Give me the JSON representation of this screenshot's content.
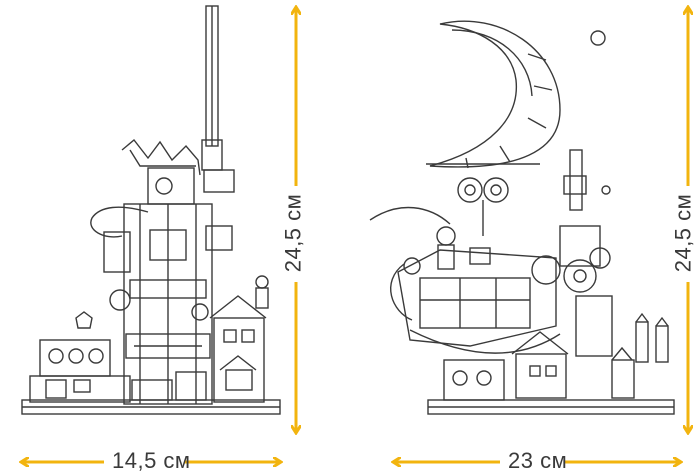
{
  "dimensions": {
    "left_model_width": "14,5 см",
    "left_model_height": "24,5 см",
    "right_model_width": "23 см",
    "right_model_height": "24,5 см"
  },
  "colors": {
    "arrow": "#f2b40f",
    "line": "#3a3a3a",
    "background": "#ffffff"
  }
}
